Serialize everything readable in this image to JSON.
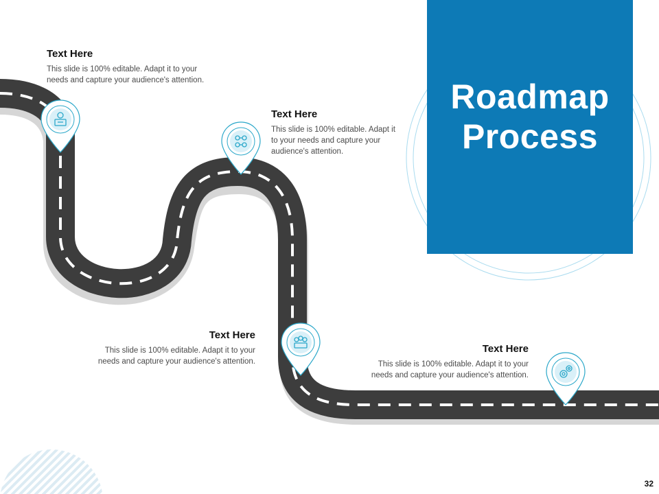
{
  "title": "Roadmap Process",
  "colors": {
    "accent": "#0d7ab6",
    "road": "#3d3d3d",
    "road_shadow": "#d6d6d6",
    "pin_stroke": "#2aa7c9",
    "pin_fill": "#d9f0f8"
  },
  "text_blocks": [
    {
      "heading": "Text Here",
      "body": "This slide is 100% editable. Adapt it to your needs and capture your audience's attention."
    },
    {
      "heading": "Text Here",
      "body": "This slide is 100% editable. Adapt it to your needs and capture your audience's attention."
    },
    {
      "heading": "Text Here",
      "body": "This slide is 100% editable. Adapt it to your needs and capture your audience's attention."
    },
    {
      "heading": "Text Here",
      "body": "This slide is 100% editable. Adapt it to your needs and capture your audience's attention."
    }
  ],
  "pins": [
    {
      "icon": "team-presentation-icon"
    },
    {
      "icon": "people-network-icon"
    },
    {
      "icon": "team-group-icon"
    },
    {
      "icon": "gears-icon"
    }
  ],
  "page_number": "32"
}
